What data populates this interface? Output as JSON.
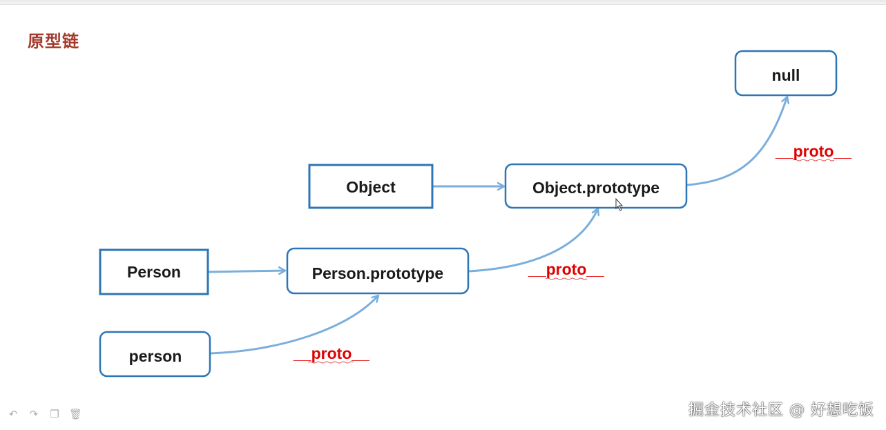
{
  "title": "原型链",
  "nodes": {
    "null": "null",
    "object": "Object",
    "object_prototype": "Object.prototype",
    "person_ctor": "Person",
    "person_prototype": "Person.prototype",
    "person_instance": "person"
  },
  "proto_labels": {
    "person_to_person_prototype": "__proto__",
    "person_prototype_to_object_prototype": "__proto__",
    "object_prototype_to_null": "__proto__"
  },
  "colors": {
    "title": "#a33a2c",
    "node_border": "#2e75b6",
    "arrow": "#7aaedc",
    "proto_text": "#e00000"
  },
  "toolbar": {
    "undo_icon": "undo-icon",
    "redo_icon": "redo-icon",
    "copy_icon": "copy-icon",
    "delete_icon": "trash-icon"
  },
  "watermark": "掘金技术社区 @ 好想吃饭"
}
